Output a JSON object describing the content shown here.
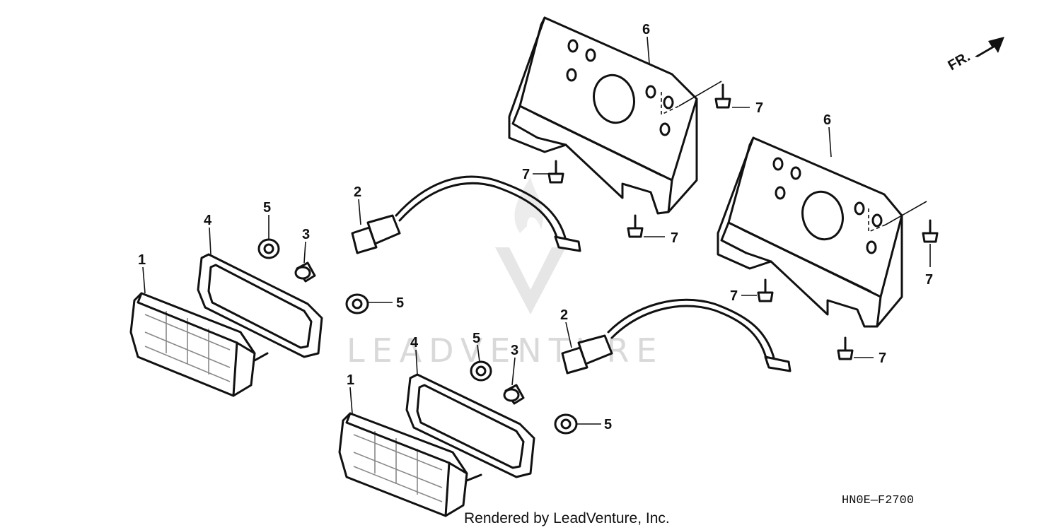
{
  "diagram": {
    "orientation_label": "FR.",
    "diagram_code": "HN0E—F2700",
    "credit": "Rendered by LeadVenture, Inc.",
    "watermark": "LEADVENTURE",
    "callouts": {
      "lens_left": "1",
      "lens_right": "1",
      "socket_left": "2",
      "socket_right": "2",
      "bulb_left": "3",
      "bulb_right": "3",
      "gasket_left": "4",
      "gasket_right": "4",
      "grommet_a": "5",
      "grommet_b": "5",
      "grommet_c": "5",
      "grommet_d": "5",
      "bracket_left": "6",
      "bracket_right": "6",
      "screw_a": "7",
      "screw_b": "7",
      "screw_c": "7",
      "screw_d": "7",
      "screw_e": "7",
      "screw_f": "7"
    }
  }
}
